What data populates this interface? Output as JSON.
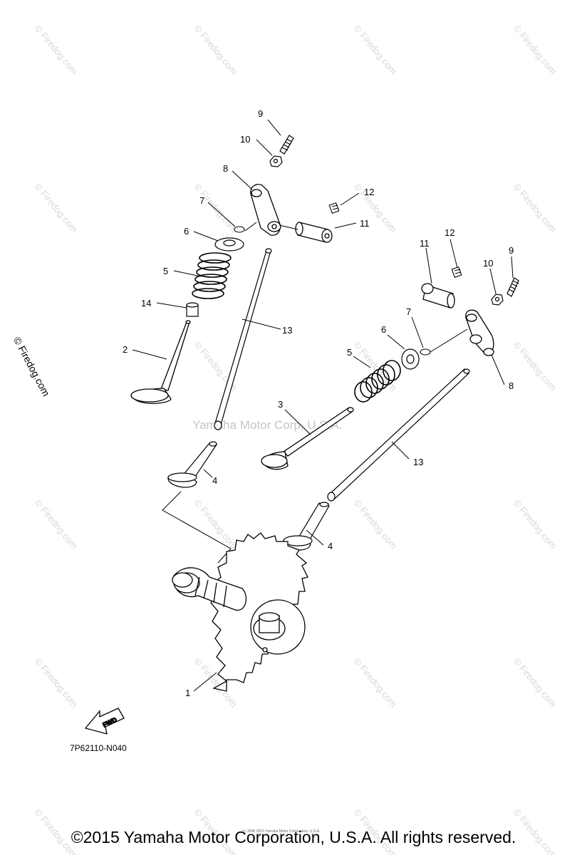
{
  "diagram": {
    "callouts": {
      "n1": "1",
      "n2": "2",
      "n3": "3",
      "n4a": "4",
      "n4b": "4",
      "n5a": "5",
      "n5b": "5",
      "n6a": "6",
      "n6b": "6",
      "n7a": "7",
      "n7b": "7",
      "n8a": "8",
      "n8b": "8",
      "n9a": "9",
      "n9b": "9",
      "n10a": "10",
      "n10b": "10",
      "n11a": "11",
      "n11b": "11",
      "n12a": "12",
      "n12b": "12",
      "n13a": "13",
      "n13b": "13",
      "n14": "14"
    },
    "center_watermark": "Yamaha Motor Corp, U.S.A.",
    "tile_watermark": "© Firedog.com",
    "side_watermark": "© Firedog.com",
    "part_number": "7P62110-N040",
    "fwd_label": "FWD",
    "tiny_credit": "(c) 2006 2015 Yamaha Motor Corporation, U.S.A."
  },
  "footer": {
    "copyright": "©2015 Yamaha Motor Corporation, U.S.A. All rights reserved."
  }
}
